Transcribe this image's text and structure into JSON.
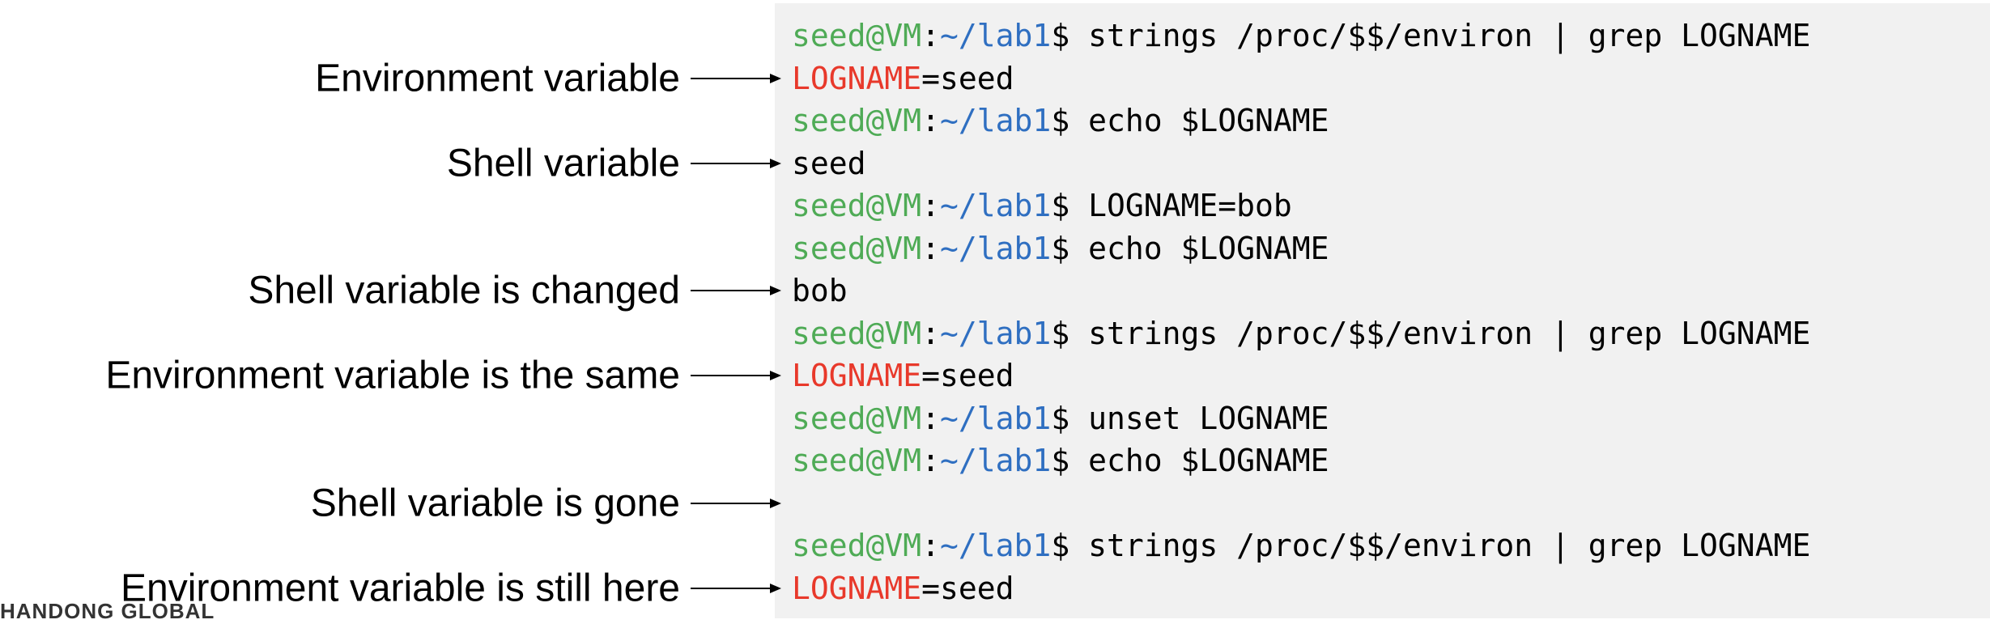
{
  "terminal": {
    "lines": [
      {
        "type": "prompt",
        "user": "seed@VM",
        "sep": ":",
        "path": "~/lab1",
        "cmd": "$ strings /proc/$$/environ | grep LOGNAME"
      },
      {
        "type": "env",
        "name": "LOGNAME",
        "rest": "=seed"
      },
      {
        "type": "prompt",
        "user": "seed@VM",
        "sep": ":",
        "path": "~/lab1",
        "cmd": "$ echo $LOGNAME"
      },
      {
        "type": "text",
        "text": "seed"
      },
      {
        "type": "prompt",
        "user": "seed@VM",
        "sep": ":",
        "path": "~/lab1",
        "cmd": "$ LOGNAME=bob"
      },
      {
        "type": "prompt",
        "user": "seed@VM",
        "sep": ":",
        "path": "~/lab1",
        "cmd": "$ echo $LOGNAME"
      },
      {
        "type": "text",
        "text": "bob"
      },
      {
        "type": "prompt",
        "user": "seed@VM",
        "sep": ":",
        "path": "~/lab1",
        "cmd": "$ strings /proc/$$/environ | grep LOGNAME"
      },
      {
        "type": "env",
        "name": "LOGNAME",
        "rest": "=seed"
      },
      {
        "type": "prompt",
        "user": "seed@VM",
        "sep": ":",
        "path": "~/lab1",
        "cmd": "$ unset LOGNAME"
      },
      {
        "type": "prompt",
        "user": "seed@VM",
        "sep": ":",
        "path": "~/lab1",
        "cmd": "$ echo $LOGNAME"
      },
      {
        "type": "text",
        "text": ""
      },
      {
        "type": "prompt",
        "user": "seed@VM",
        "sep": ":",
        "path": "~/lab1",
        "cmd": "$ strings /proc/$$/environ | grep LOGNAME"
      },
      {
        "type": "env",
        "name": "LOGNAME",
        "rest": "=seed"
      }
    ]
  },
  "annotations": [
    {
      "row": 1,
      "text": "Environment variable"
    },
    {
      "row": 3,
      "text": "Shell variable"
    },
    {
      "row": 6,
      "text": "Shell variable is changed"
    },
    {
      "row": 8,
      "text": "Environment variable is the same"
    },
    {
      "row": 11,
      "text": "Shell variable is gone"
    },
    {
      "row": 13,
      "text": "Environment variable is still here"
    }
  ],
  "footer_logo": "HANDONG GLOBAL",
  "colors": {
    "user": "#4fab56",
    "path": "#2f6fc1",
    "env": "#e8392b",
    "terminal_bg": "#f1f1f1"
  }
}
